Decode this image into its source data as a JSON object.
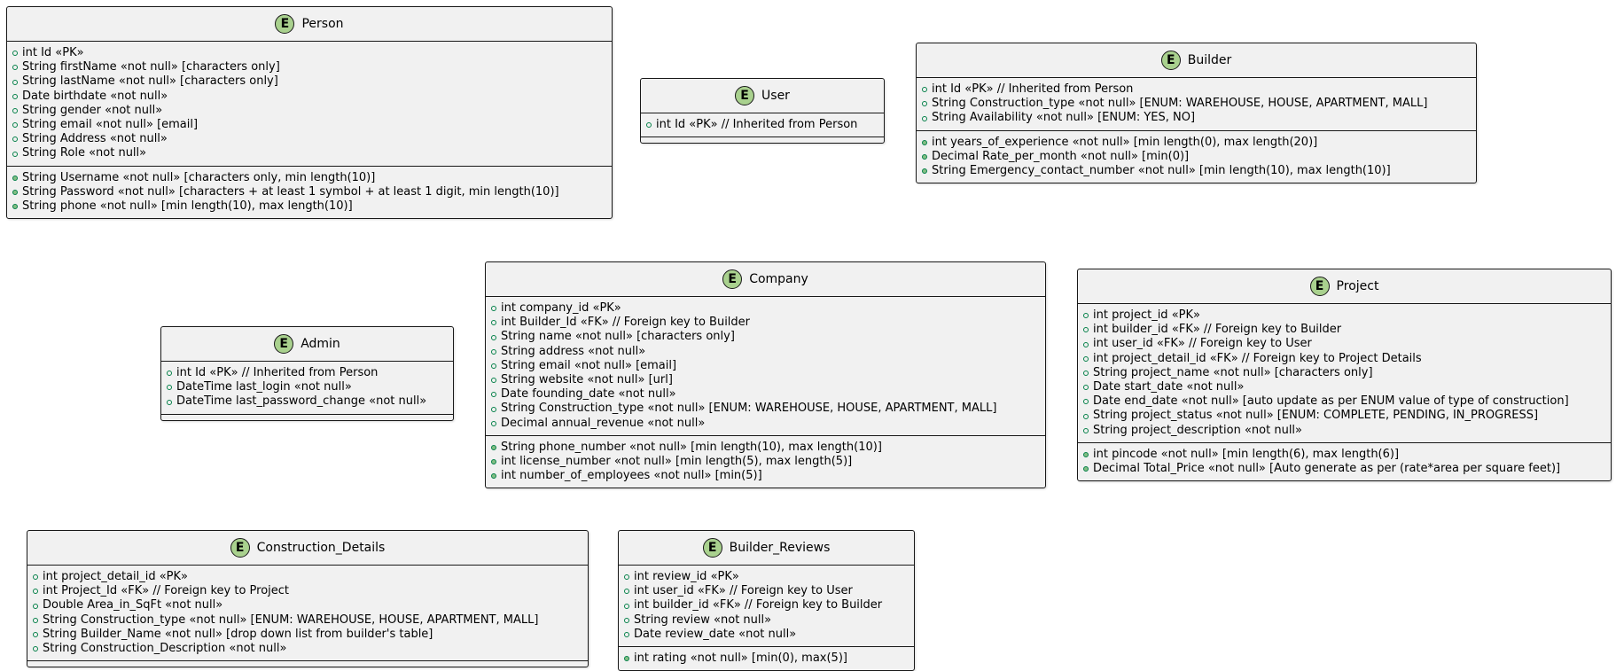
{
  "entities": [
    {
      "id": "person",
      "name": "Person",
      "badge": "E",
      "fields": [
        "int Id «PK»",
        "String firstName «not null» [characters only]",
        "String lastName «not null» [characters only]",
        "Date birthdate «not null»",
        "String gender «not null»",
        "String email «not null» [email]",
        "String Address «not null»",
        "String Role «not null»"
      ],
      "methods": [
        "String Username «not null» [characters only, min length(10)]",
        "String Password «not null» [characters + at least 1 symbol + at least 1 digit, min length(10)]",
        "String phone «not null» [min length(10), max length(10)]"
      ]
    },
    {
      "id": "user",
      "name": "User",
      "badge": "E",
      "fields": [
        "int Id «PK»  // Inherited from Person"
      ],
      "methods": []
    },
    {
      "id": "builder",
      "name": "Builder",
      "badge": "E",
      "fields": [
        "int Id «PK»  // Inherited from Person",
        "String Construction_type «not null» [ENUM: WAREHOUSE, HOUSE, APARTMENT, MALL]",
        "String Availability «not null» [ENUM: YES, NO]"
      ],
      "methods": [
        "int years_of_experience «not null» [min length(0), max length(20)]",
        "Decimal Rate_per_month «not null» [min(0)]",
        "String Emergency_contact_number «not null» [min length(10), max length(10)]"
      ]
    },
    {
      "id": "admin",
      "name": "Admin",
      "badge": "E",
      "fields": [
        "int Id «PK»  // Inherited from Person",
        "DateTime last_login «not null»",
        "DateTime last_password_change «not null»"
      ],
      "methods": []
    },
    {
      "id": "company",
      "name": "Company",
      "badge": "E",
      "fields": [
        "int company_id «PK»",
        "int Builder_Id «FK»  // Foreign key to Builder",
        "String name «not null» [characters only]",
        "String address «not null»",
        "String email «not null» [email]",
        "String website «not null» [url]",
        "Date founding_date «not null»",
        "String Construction_type «not null» [ENUM: WAREHOUSE, HOUSE, APARTMENT, MALL]",
        "Decimal annual_revenue «not null»"
      ],
      "methods": [
        "String phone_number «not null» [min length(10), max length(10)]",
        "int license_number «not null» [min length(5), max length(5)]",
        "int number_of_employees «not null» [min(5)]"
      ]
    },
    {
      "id": "project",
      "name": "Project",
      "badge": "E",
      "fields": [
        "int project_id «PK»",
        "int builder_id «FK»  // Foreign key to Builder",
        "int user_id «FK»  // Foreign key to User",
        "int project_detail_id «FK»  // Foreign key to Project Details",
        "String project_name «not null» [characters only]",
        "Date start_date «not null»",
        "Date end_date «not null» [auto update as per ENUM value of type of construction]",
        "String project_status «not null» [ENUM: COMPLETE, PENDING, IN_PROGRESS]",
        "String project_description «not null»"
      ],
      "methods": [
        "int pincode «not null» [min length(6), max length(6)]",
        "Decimal Total_Price «not null» [Auto generate as per (rate*area per square feet)]"
      ]
    },
    {
      "id": "construction-details",
      "name": "Construction_Details",
      "badge": "E",
      "fields": [
        "int project_detail_id «PK»",
        "int Project_Id «FK»  // Foreign key to Project",
        "Double Area_in_SqFt «not null»",
        "String Construction_type «not null» [ENUM: WAREHOUSE, HOUSE, APARTMENT, MALL]",
        "String Builder_Name «not null» [drop down list from builder's table]",
        "String Construction_Description «not null»"
      ],
      "methods": []
    },
    {
      "id": "builder-reviews",
      "name": "Builder_Reviews",
      "badge": "E",
      "fields": [
        "int review_id «PK»",
        "int user_id «FK»  // Foreign key to User",
        "int builder_id «FK»  // Foreign key to Builder",
        "String review «not null»",
        "Date review_date «not null»"
      ],
      "methods": [
        "int rating «not null» [min(0), max(5)]"
      ]
    }
  ]
}
